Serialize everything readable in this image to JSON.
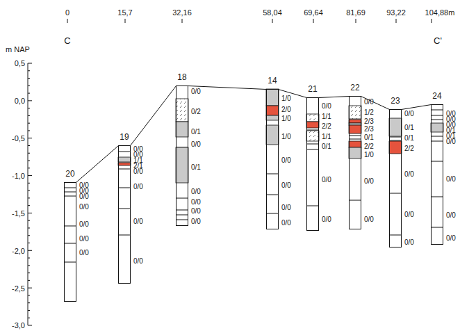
{
  "diagram": {
    "nodes": [
      {
        "text": [
          "20",
          "0/0",
          "0/0",
          "0/0",
          "0/0",
          "0/0",
          "0/0",
          "0/0"
        ]
      },
      {
        "text": [
          "19",
          "0/0",
          "0/0",
          "1/1",
          "2/1",
          "0/0",
          "0/0",
          "0/0",
          "0/0"
        ]
      },
      {
        "text": [
          "18",
          "0/0",
          "0/2",
          "0/1",
          "0/0",
          "0/1",
          "0/0",
          "0/0",
          "0/0",
          "0/0"
        ]
      },
      {
        "text": [
          "14",
          "1/0",
          "2/0",
          "1/0",
          "1/0",
          "0/0",
          "0/0",
          "0/0",
          "0/0"
        ]
      },
      {
        "text": [
          "21",
          "0/0",
          "1/1",
          "2/2",
          "1/1",
          "0/1",
          "0/0",
          "0/0"
        ]
      },
      {
        "text": [
          "22",
          "0/0",
          "1/2",
          "2/3",
          "2/3",
          "0/1",
          "2/2",
          "1/0",
          "0/0",
          "0/0"
        ]
      },
      {
        "text": [
          "23",
          "0/0",
          "0/1",
          "0/1",
          "2/2",
          "0/0",
          "0/0",
          "0/0"
        ]
      },
      {
        "text": [
          "24",
          "0/0",
          "0/0",
          "0/0",
          "0/1",
          "0/1",
          "0/0",
          "0/0",
          "0/0",
          "0/0"
        ]
      }
    ],
    "edges": [
      {
        "from": 0,
        "to": 1,
        "arrow": "none"
      },
      {
        "from": 1,
        "to": 2,
        "arrow": "none"
      },
      {
        "from": 2,
        "to": 3,
        "arrow": "none"
      },
      {
        "from": 3,
        "to": 4,
        "arrow": "none"
      },
      {
        "from": 4,
        "to": 5,
        "arrow": "none"
      },
      {
        "from": 5,
        "to": 6,
        "arrow": "none"
      },
      {
        "from": 6,
        "to": 7,
        "arrow": "none"
      }
    ],
    "labels": [
      "0",
      "15,7",
      "32,16",
      "58,04",
      "69,64",
      "81,69",
      "93,22",
      "104,88m",
      "C",
      "C'",
      "m NAP",
      "0,5",
      "0,0",
      "-0,5",
      "-1,0",
      "-1,5",
      "-2,0",
      "-2,5",
      "-3,0"
    ]
  }
}
